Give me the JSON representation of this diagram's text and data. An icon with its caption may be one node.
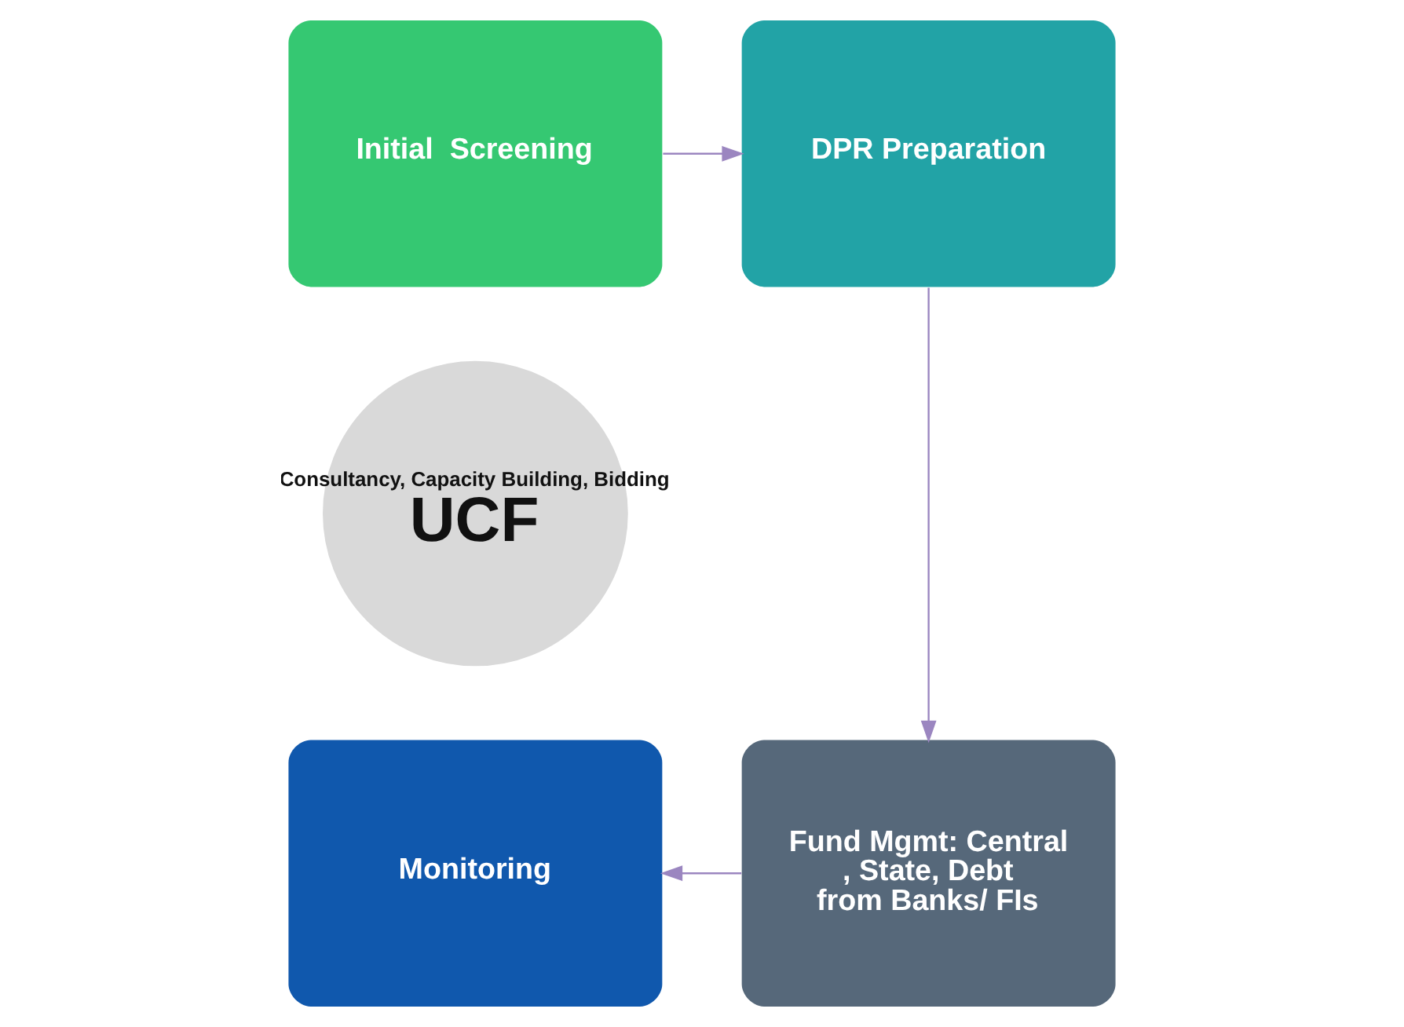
{
  "diagram": {
    "nodes": [
      {
        "text": [
          "Initial  Screening"
        ]
      },
      {
        "text": [
          "DPR Preparation"
        ]
      },
      {
        "text": [
          "Fund Mgmt: Central , State, Debt from Banks/ FIs"
        ]
      },
      {
        "text": [
          "Monitoring"
        ]
      },
      {
        "text": [
          "Consultancy, Capacity Building, Bidding",
          "UCF"
        ]
      }
    ],
    "edges": [
      {
        "from": 0,
        "to": 1,
        "arrow": "to"
      },
      {
        "from": 1,
        "to": 2,
        "arrow": "to"
      },
      {
        "from": 2,
        "to": 3,
        "arrow": "to"
      }
    ]
  }
}
